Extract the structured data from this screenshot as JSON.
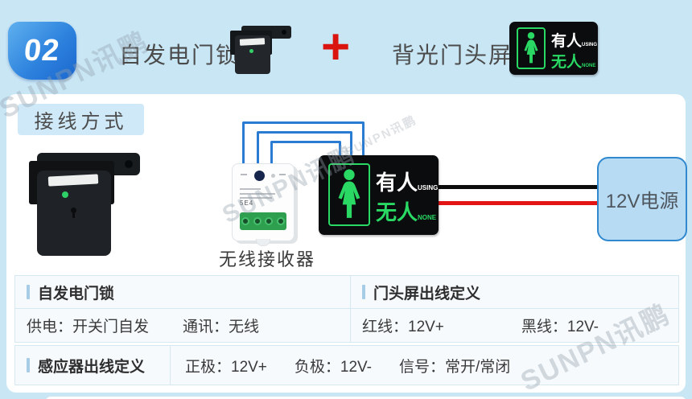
{
  "page": {
    "watermark": "SUNPN讯鹏"
  },
  "header": {
    "badge": "02",
    "lock_title": "自发电门锁",
    "plus": "+",
    "screen_title": "背光门头屏"
  },
  "sign": {
    "occupied": "有人",
    "occupied_sub": "USING",
    "vacant": "无人",
    "vacant_sub": "NONE"
  },
  "diagram": {
    "section_label": "接线方式",
    "receiver_label": "无线接收器",
    "receiver_code": "5E4",
    "power_label": "12V电源"
  },
  "table": {
    "lock_section": {
      "title": "自发电门锁",
      "power": "供电：开关门自发",
      "comm": "通讯：无线"
    },
    "screen_section": {
      "title": "门头屏出线定义",
      "red_wire": "红线：12V+",
      "black_wire": "黑线：12V-"
    },
    "sensor_section": {
      "title": "感应器出线定义",
      "positive": "正极：12V+",
      "negative": "负极：12V-",
      "signal": "信号：常开/常闭"
    }
  },
  "colors": {
    "background": "#c9e6f5",
    "badge_blue": "#2276d8",
    "accent_red": "#da1510",
    "wire_blue": "#2a7cd2",
    "wire_red": "#e31414",
    "wire_black": "#0c0c0c",
    "sign_green": "#29d964",
    "power_box_fill": "#b8dbf4",
    "power_box_border": "#3089cf",
    "table_border": "#d6e8f2",
    "table_fill": "#f6fafd"
  }
}
